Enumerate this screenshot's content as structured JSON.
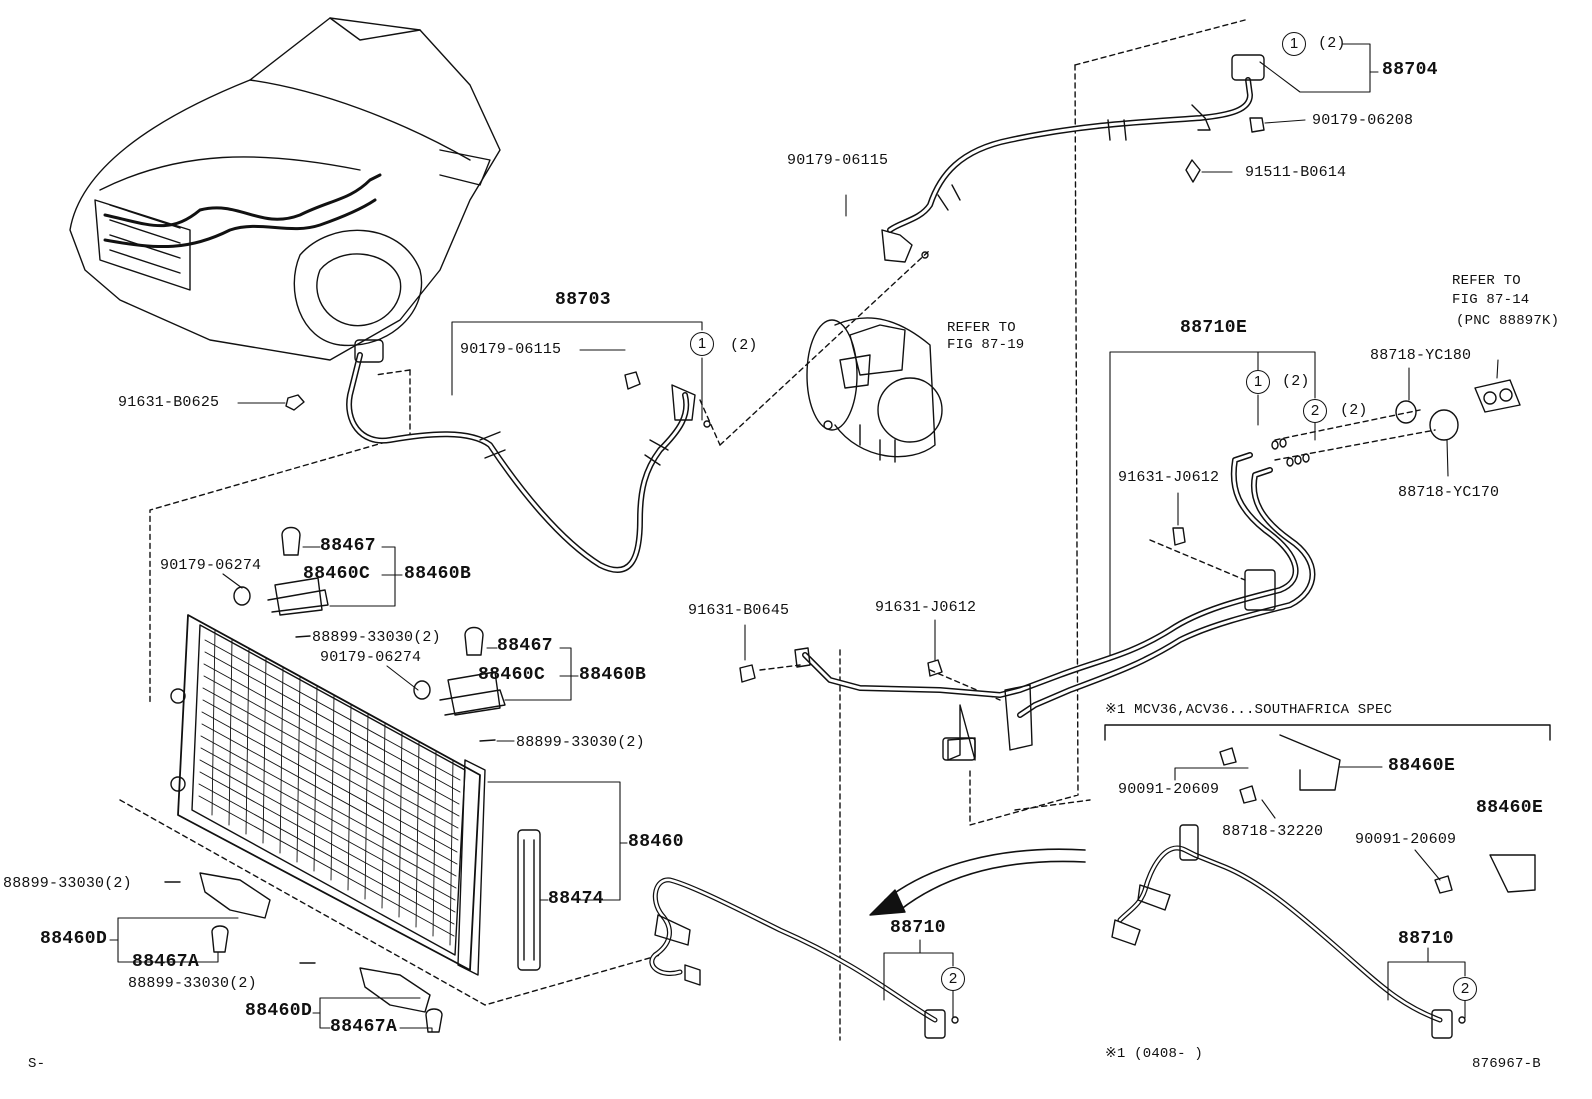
{
  "labels": {
    "p88704": "88704",
    "p90179_06208": "90179-06208",
    "p91511_b0614": "91511-B0614",
    "p90179_06115_top": "90179-06115",
    "refer_fig_87_19_a": "REFER TO",
    "refer_fig_87_19_b": "FIG 87-19",
    "p88703": "88703",
    "p90179_06115_mid": "90179-06115",
    "p91631_b0625": "91631-B0625",
    "p88710e": "88710E",
    "refer_fig_87_14_a": "REFER TO",
    "refer_fig_87_14_b": "FIG 87-14",
    "refer_fig_87_14_c": "(PNC 88897K)",
    "p88718_yc180": "88718-YC180",
    "p88718_yc170": "88718-YC170",
    "p91631_j0612_a": "91631-J0612",
    "p91631_j0612_b": "91631-J0612",
    "p91631_b0645": "91631-B0645",
    "p88467_a": "88467",
    "p88460c_a": "88460C",
    "p88460b_a": "88460B",
    "p90179_06274_a": "90179-06274",
    "p88899_33030_a": "88899-33030(2)",
    "p88467_b": "88467",
    "p88460c_b": "88460C",
    "p88460b_b": "88460B",
    "p90179_06274_b": "90179-06274",
    "p88899_33030_b": "88899-33030(2)",
    "p88460": "88460",
    "p88474": "88474",
    "p88899_33030_c": "88899-33030(2)",
    "p88460d_a": "88460D",
    "p88467a_a": "88467A",
    "p88899_33030_d": "88899-33030(2)",
    "p88460d_b": "88460D",
    "p88467a_b": "88467A",
    "p88710_a": "88710",
    "spec_note": "※1 MCV36,ACV36...SOUTHAFRICA SPEC",
    "p90091_20609_a": "90091-20609",
    "p88460e_a": "88460E",
    "p88718_32220": "88718-32220",
    "p88460e_b": "88460E",
    "p90091_20609_b": "90091-20609",
    "p88710_b": "88710",
    "date_note": "※1 (0408-      )",
    "corner_left": "S-",
    "diagram_id": "876967-B"
  },
  "callouts": {
    "c1_top": "1",
    "q_top": "(2)",
    "c1_88703": "1",
    "q_88703": "(2)",
    "c1_88710e": "1",
    "q1_88710e": "(2)",
    "c2_88710e": "2",
    "q2_88710e": "(2)",
    "c2_88710_a": "2",
    "c2_88710_b": "2"
  }
}
